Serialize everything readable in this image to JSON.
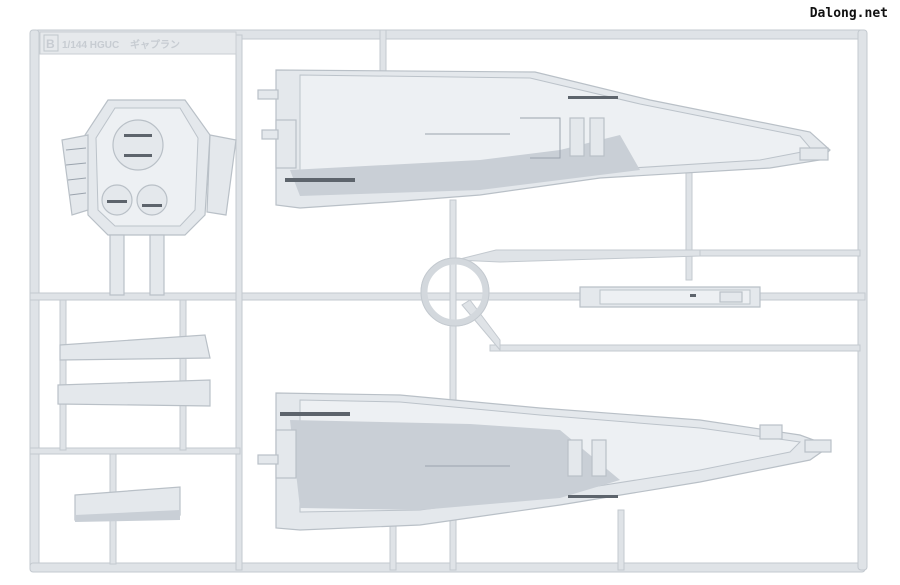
{
  "watermark": "Dalong.net",
  "sprue": {
    "letter": "B",
    "scale_label": "1/144 HGUC",
    "kit_name": "ギャプラン"
  },
  "colors": {
    "plastic": "#e4e8ec",
    "runner": "#dfe3e7",
    "shadow": "#c9cfd6",
    "background": "#ffffff"
  }
}
